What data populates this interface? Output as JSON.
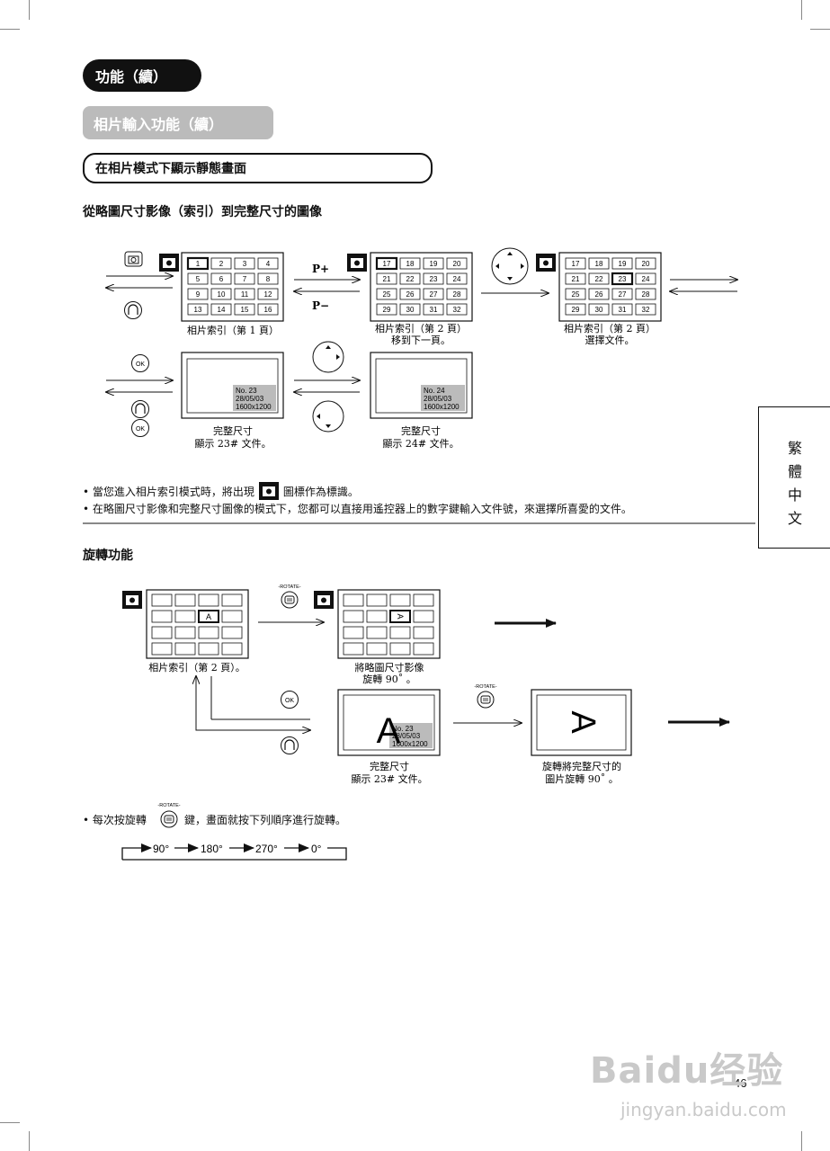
{
  "header": {
    "section": "功能（續）",
    "subsection": "相片輸入功能（續）",
    "topic": "在相片模式下顯示靜態畫面"
  },
  "thumbnail_section": {
    "heading": "從略圖尺寸影像（索引）到完整尺寸的圖像",
    "page_plus": "P+",
    "page_minus": "P−",
    "ok_label": "OK",
    "grid1": {
      "cells": [
        "1",
        "2",
        "3",
        "4",
        "5",
        "6",
        "7",
        "8",
        "9",
        "10",
        "11",
        "12",
        "13",
        "14",
        "15",
        "16"
      ],
      "caption": "相片索引（第 1 頁）"
    },
    "grid2": {
      "cells": [
        "17",
        "18",
        "19",
        "20",
        "21",
        "22",
        "23",
        "24",
        "25",
        "26",
        "27",
        "28",
        "29",
        "30",
        "31",
        "32"
      ],
      "caption_line1": "相片索引（第 2 頁）",
      "caption_line2": "移到下一頁。"
    },
    "grid3": {
      "cells": [
        "17",
        "18",
        "19",
        "20",
        "21",
        "22",
        "23",
        "24",
        "25",
        "26",
        "27",
        "28",
        "29",
        "30",
        "31",
        "32"
      ],
      "caption_line1": "相片索引（第 2 頁）",
      "caption_line2": "選擇文件。"
    },
    "full1": {
      "info": [
        "No. 23",
        "28/05/03",
        "1600x1200"
      ],
      "caption_line1": "完整尺寸",
      "caption_line2": "顯示 23# 文件。"
    },
    "full2": {
      "info": [
        "No. 24",
        "28/05/03",
        "1600x1200"
      ],
      "caption_line1": "完整尺寸",
      "caption_line2": "顯示 24# 文件。"
    },
    "note1_pre": "• 當您進入相片索引模式時，將出現",
    "note1_post": "圖標作為標識。",
    "note2": "• 在略圖尺寸影像和完整尺寸圖像的模式下，您都可以直接用遙控器上的數字鍵輸入文件號，來選擇所喜愛的文件。"
  },
  "rotate_section": {
    "heading": "旋轉功能",
    "rotate_label": "-ROTATE-",
    "ok_label": "OK",
    "cell_letter": "A",
    "grid_a_caption": "相片索引（第 2 頁）。",
    "grid_b_caption_line1": "將略圖尺寸影像",
    "grid_b_caption_line2": "旋轉 90˚ 。",
    "full_info": [
      "No. 23",
      "28/05/03",
      "1600x1200"
    ],
    "full_caption_line1": "完整尺寸",
    "full_caption_line2": "顯示 23# 文件。",
    "rotated_caption_line1": "旋轉將完整尺寸的",
    "rotated_caption_line2": "圖片旋轉 90˚ 。",
    "note_pre": "• 每次按旋轉",
    "note_post": "鍵，畫面就按下列順序進行旋轉。",
    "sequence": [
      "90°",
      "180°",
      "270°",
      "0°"
    ]
  },
  "side_tab": [
    "繁",
    "體",
    "中",
    "文"
  ],
  "page_number": "46",
  "watermark": {
    "brand": "Baidu经验",
    "url": "jingyan.baidu.com"
  }
}
